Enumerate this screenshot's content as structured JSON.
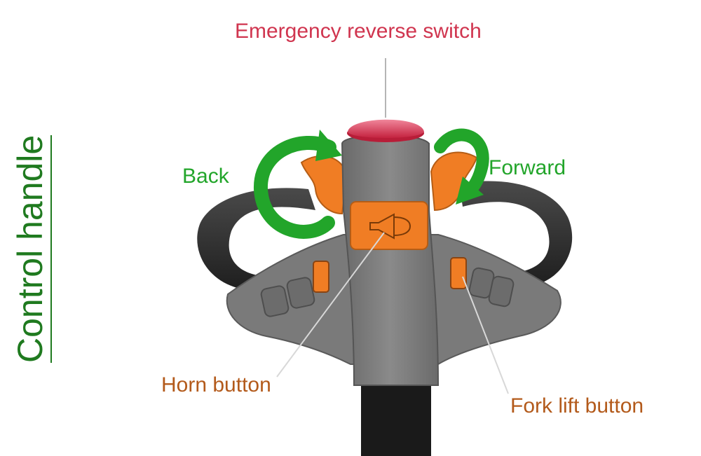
{
  "title": "Control handle",
  "labels": {
    "emergency": "Emergency reverse switch",
    "back": "Back",
    "forward": "Forward",
    "horn": "Horn button",
    "fork_lift": "Fork lift button"
  },
  "colors": {
    "title": "#1f7a1f",
    "emergency": "#d0354f",
    "direction": "#22a52a",
    "component": "#b35a1b",
    "accent": "#f07d24"
  }
}
